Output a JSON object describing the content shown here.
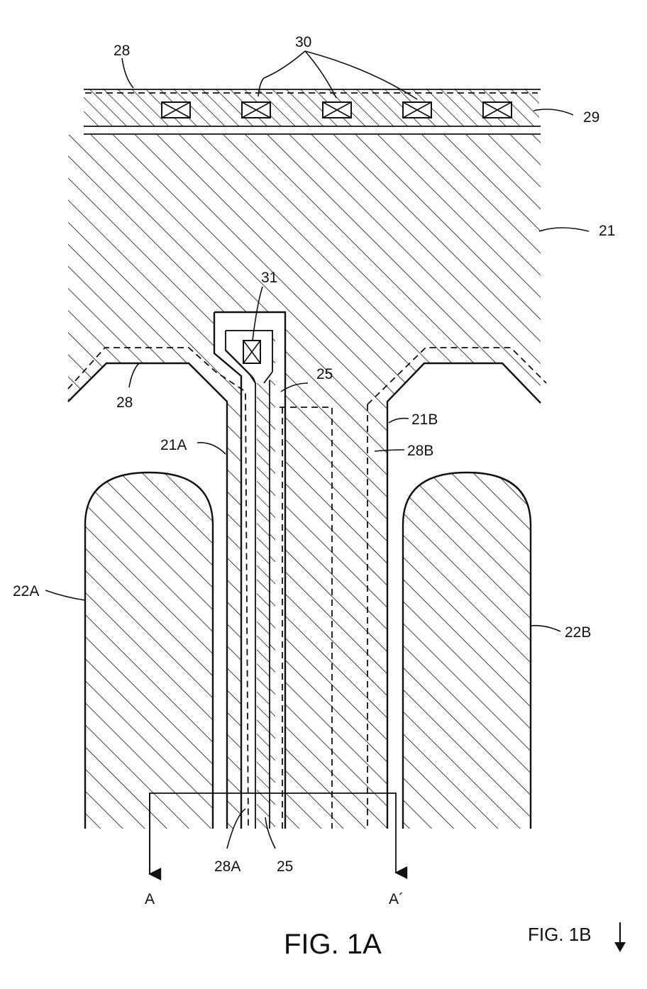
{
  "figure": {
    "caption": "FIG. 1A",
    "continuation": "FIG. 1B",
    "continuation_arrow": "down-arrow-icon"
  },
  "labels": {
    "l28_top": "28",
    "l30": "30",
    "l29": "29",
    "l21": "21",
    "l31": "31",
    "l25_top": "25",
    "l28_mid": "28",
    "l21A": "21A",
    "l21B": "21B",
    "l28B": "28B",
    "l22A": "22A",
    "l22B": "22B",
    "l28A": "28A",
    "l25_bottom": "25",
    "lA": "A",
    "lA_prime": "A´"
  },
  "section_line": {
    "start": "A",
    "end": "A´"
  }
}
